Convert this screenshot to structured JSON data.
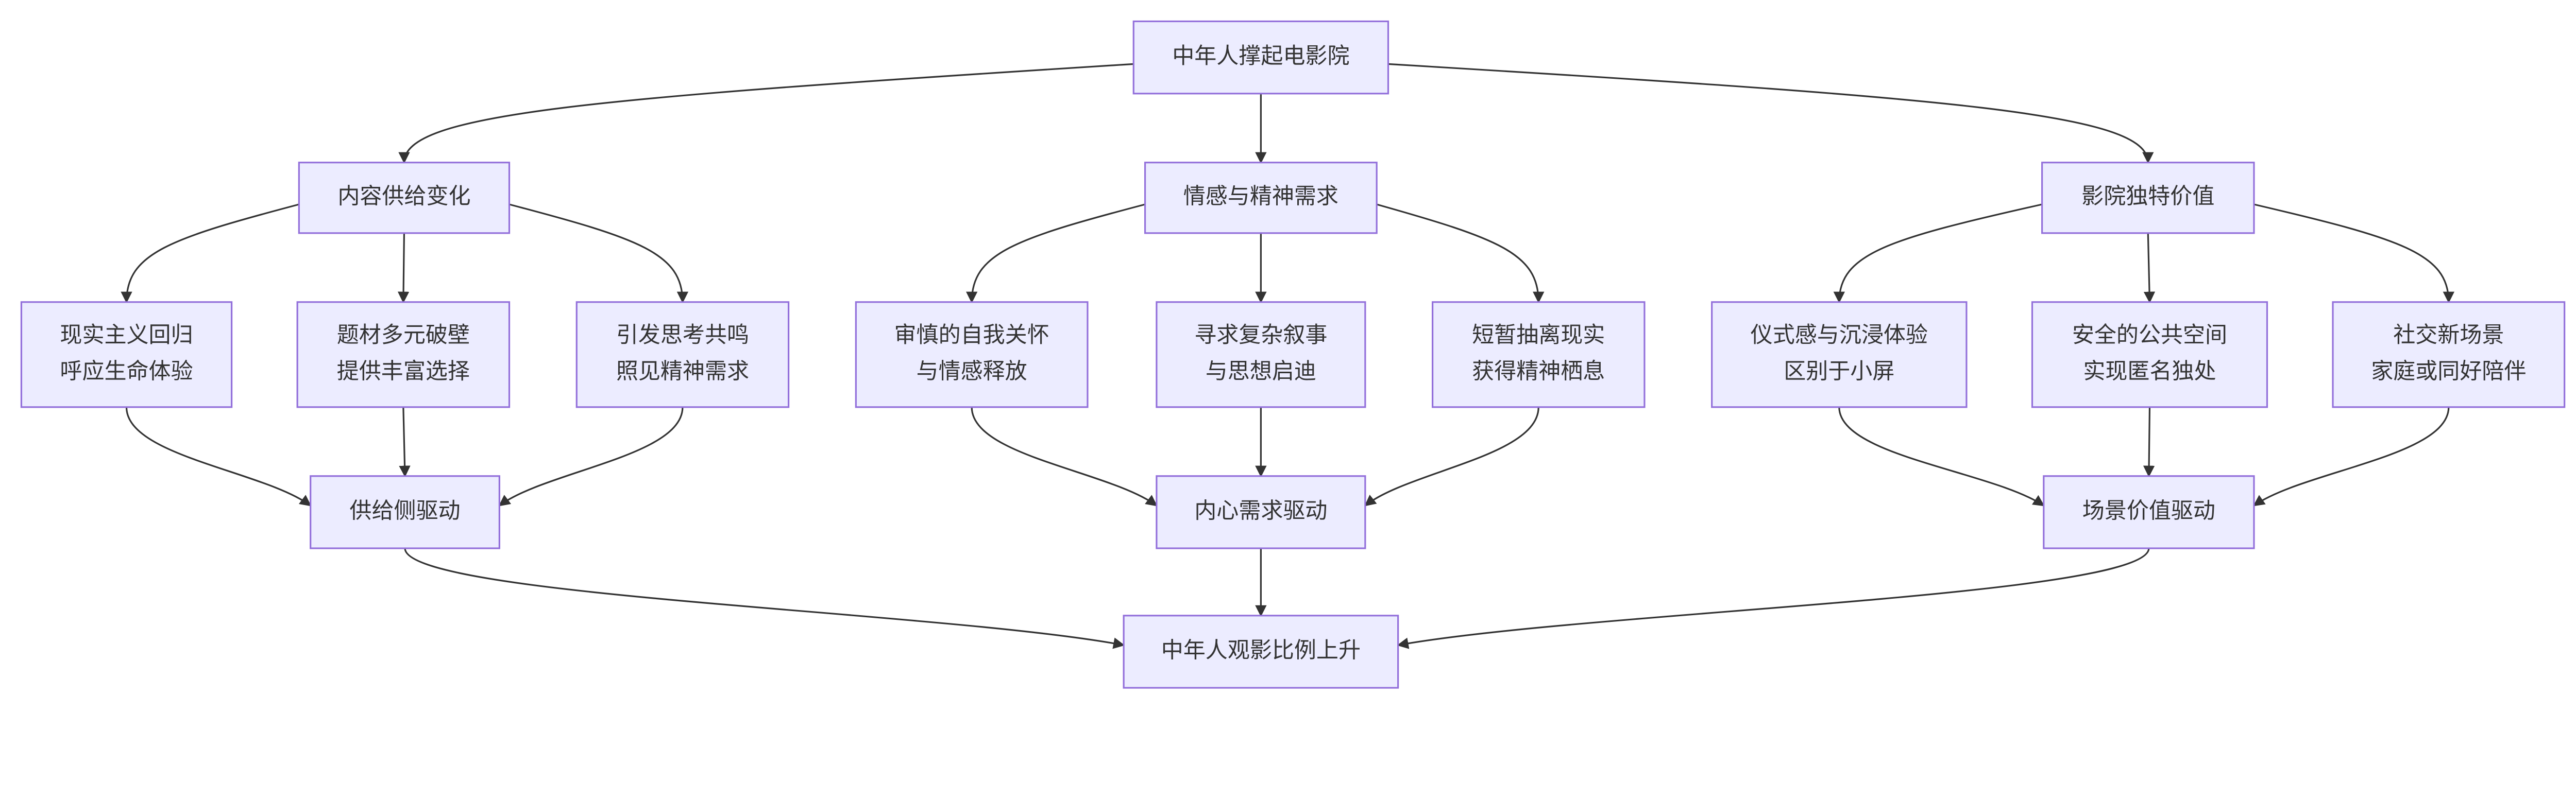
{
  "colors": {
    "node_fill": "#ECECFF",
    "node_border": "#9370DB",
    "edge": "#333333",
    "text": "#333333"
  },
  "nodes": {
    "root": {
      "lines": [
        "中年人撑起电影院"
      ]
    },
    "supply": {
      "lines": [
        "内容供给变化"
      ]
    },
    "emotion": {
      "lines": [
        "情感与精神需求"
      ]
    },
    "venue": {
      "lines": [
        "影院独特价值"
      ]
    },
    "realism": {
      "lines": [
        "现实主义回归",
        "呼应生命体验"
      ]
    },
    "diverse": {
      "lines": [
        "题材多元破壁",
        "提供丰富选择"
      ]
    },
    "reflect": {
      "lines": [
        "引发思考共鸣",
        "照见精神需求"
      ]
    },
    "selfcare": {
      "lines": [
        "审慎的自我关怀",
        "与情感释放"
      ]
    },
    "narrative": {
      "lines": [
        "寻求复杂叙事",
        "与思想启迪"
      ]
    },
    "escape": {
      "lines": [
        "短暂抽离现实",
        "获得精神栖息"
      ]
    },
    "ritual": {
      "lines": [
        "仪式感与沉浸体验",
        "区别于小屏"
      ]
    },
    "publicspace": {
      "lines": [
        "安全的公共空间",
        "实现匿名独处"
      ]
    },
    "social": {
      "lines": [
        "社交新场景",
        "家庭或同好陪伴"
      ]
    },
    "supplydrive": {
      "lines": [
        "供给侧驱动"
      ]
    },
    "innerdrive": {
      "lines": [
        "内心需求驱动"
      ]
    },
    "scenedrive": {
      "lines": [
        "场景价值驱动"
      ]
    },
    "result": {
      "lines": [
        "中年人观影比例上升"
      ]
    }
  },
  "edges": [
    [
      "root",
      "supply"
    ],
    [
      "root",
      "emotion"
    ],
    [
      "root",
      "venue"
    ],
    [
      "supply",
      "realism"
    ],
    [
      "supply",
      "diverse"
    ],
    [
      "supply",
      "reflect"
    ],
    [
      "emotion",
      "selfcare"
    ],
    [
      "emotion",
      "narrative"
    ],
    [
      "emotion",
      "escape"
    ],
    [
      "venue",
      "ritual"
    ],
    [
      "venue",
      "publicspace"
    ],
    [
      "venue",
      "social"
    ],
    [
      "realism",
      "supplydrive"
    ],
    [
      "diverse",
      "supplydrive"
    ],
    [
      "reflect",
      "supplydrive"
    ],
    [
      "selfcare",
      "innerdrive"
    ],
    [
      "narrative",
      "innerdrive"
    ],
    [
      "escape",
      "innerdrive"
    ],
    [
      "ritual",
      "scenedrive"
    ],
    [
      "publicspace",
      "scenedrive"
    ],
    [
      "social",
      "scenedrive"
    ],
    [
      "supplydrive",
      "result"
    ],
    [
      "innerdrive",
      "result"
    ],
    [
      "scenedrive",
      "result"
    ]
  ]
}
